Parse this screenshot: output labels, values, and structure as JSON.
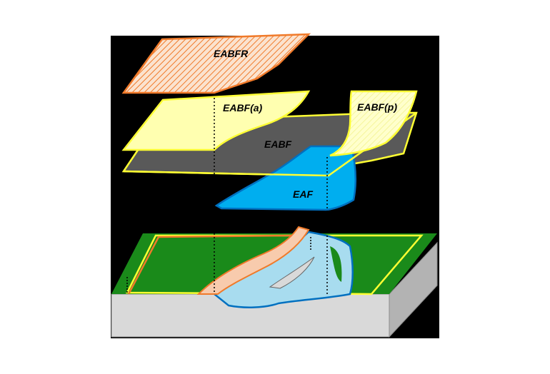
{
  "labels": {
    "eabfr": "EABFR",
    "eabf_a": "EABF(a)",
    "eabf_p": "EABF(p)",
    "eabf": "EABF",
    "eaf": "EAF"
  },
  "colors": {
    "background": "#000000",
    "eabfr_fill": "#f7c9a5",
    "eabfr_stroke": "#f07a2a",
    "eabf_a_fill": "#ffffb0",
    "yellow_stroke": "#ffff33",
    "eabf_fill": "#595959",
    "eaf_fill": "#00aeef",
    "eaf_stroke": "#0070c0",
    "terrain_green": "#1a8a1a",
    "block_grey": "#d9d9d9",
    "block_side": "#b3b3b3",
    "water_light": "#a8dcef",
    "bank_fill": "#f8cbad"
  }
}
